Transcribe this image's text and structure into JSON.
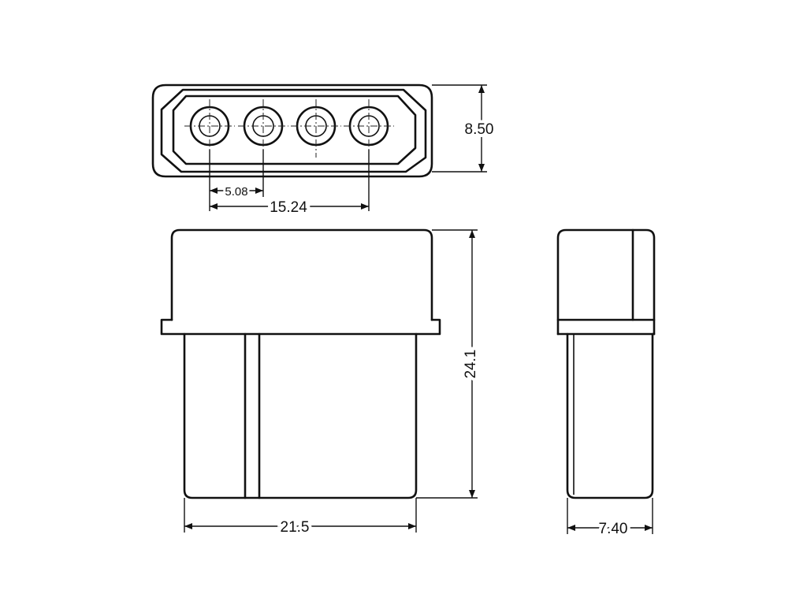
{
  "drawing": {
    "top_view": {
      "pin_pitch": "5.08",
      "pin_span": "15.24",
      "height": "8.50"
    },
    "front_view": {
      "width": "21.5",
      "height": "24.1"
    },
    "side_view": {
      "width": "7.40"
    }
  }
}
